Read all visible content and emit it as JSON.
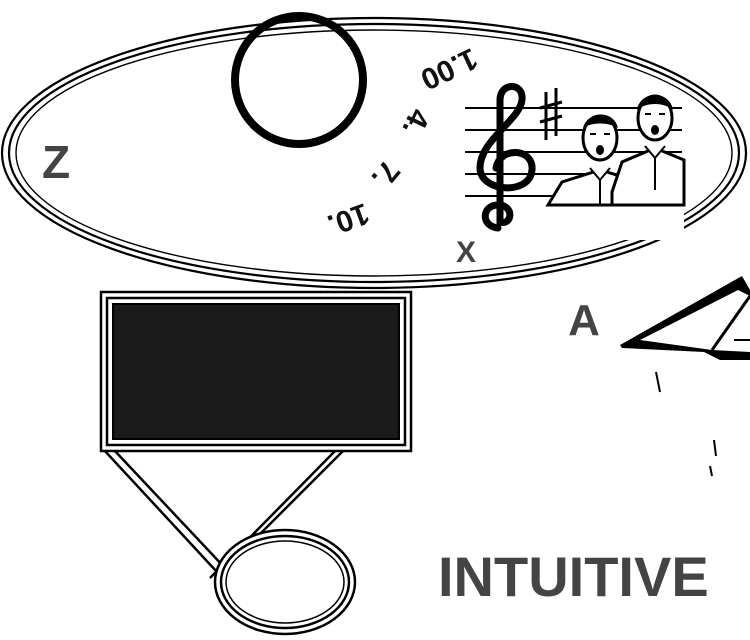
{
  "labels": {
    "z": "Z",
    "a": "A",
    "x": "X",
    "title": "INTUITIVE"
  },
  "rotated_numbers": [
    "1.00",
    "4.",
    "7.",
    "10."
  ],
  "colors": {
    "ink": "#000000",
    "label_gray": "#444444",
    "background": "#ffffff",
    "filled_box": "#1a1a1a"
  },
  "icons": {
    "music": "treble-clef-staff-with-sharp-and-two-singers"
  }
}
